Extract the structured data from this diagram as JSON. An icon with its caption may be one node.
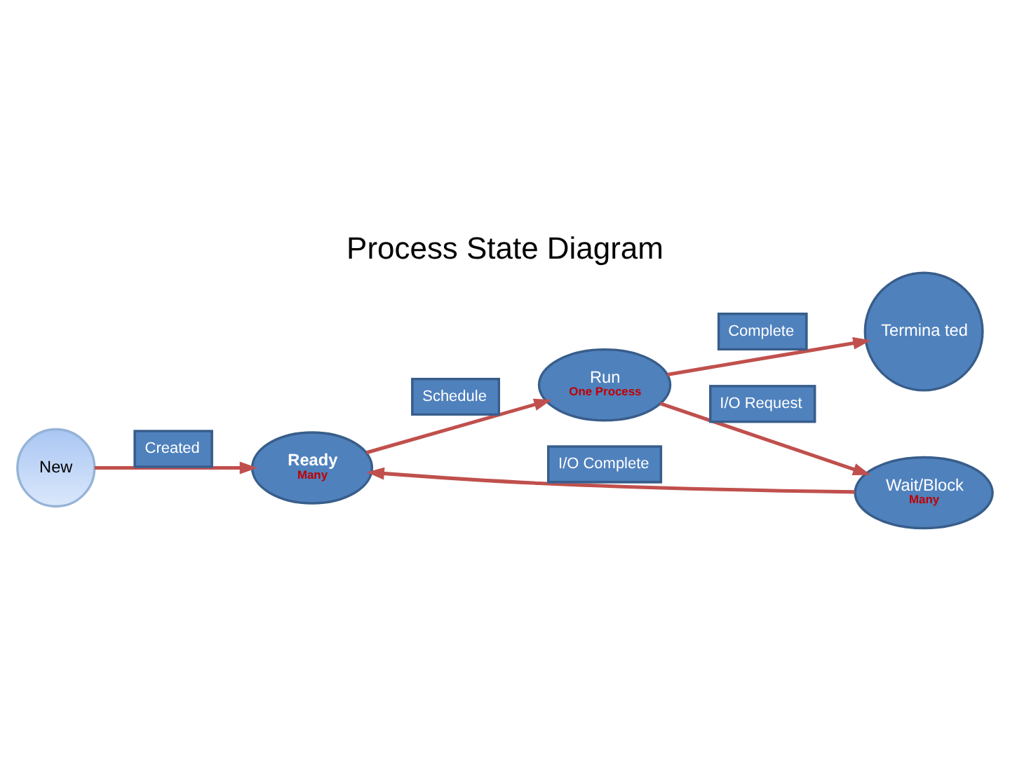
{
  "diagram": {
    "title": "Process State Diagram",
    "nodes": [
      {
        "text": [
          "New"
        ]
      },
      {
        "text": [
          "Termina ted"
        ]
      },
      {
        "text": [
          "Ready",
          "Many"
        ]
      },
      {
        "text": [
          "Run",
          "One Process"
        ]
      },
      {
        "text": [
          "Wait/Block",
          "Many"
        ]
      }
    ],
    "edges": [
      {
        "from": 0,
        "to": 2,
        "arrow": "to",
        "label": "Created"
      },
      {
        "from": 2,
        "to": 3,
        "arrow": "to",
        "label": "Schedule"
      },
      {
        "from": 3,
        "to": 1,
        "arrow": "to",
        "label": "Complete"
      },
      {
        "from": 3,
        "to": 4,
        "arrow": "to",
        "label": "I/O Request"
      },
      {
        "from": 4,
        "to": 2,
        "arrow": "to",
        "label": "I/O Complete"
      }
    ]
  }
}
